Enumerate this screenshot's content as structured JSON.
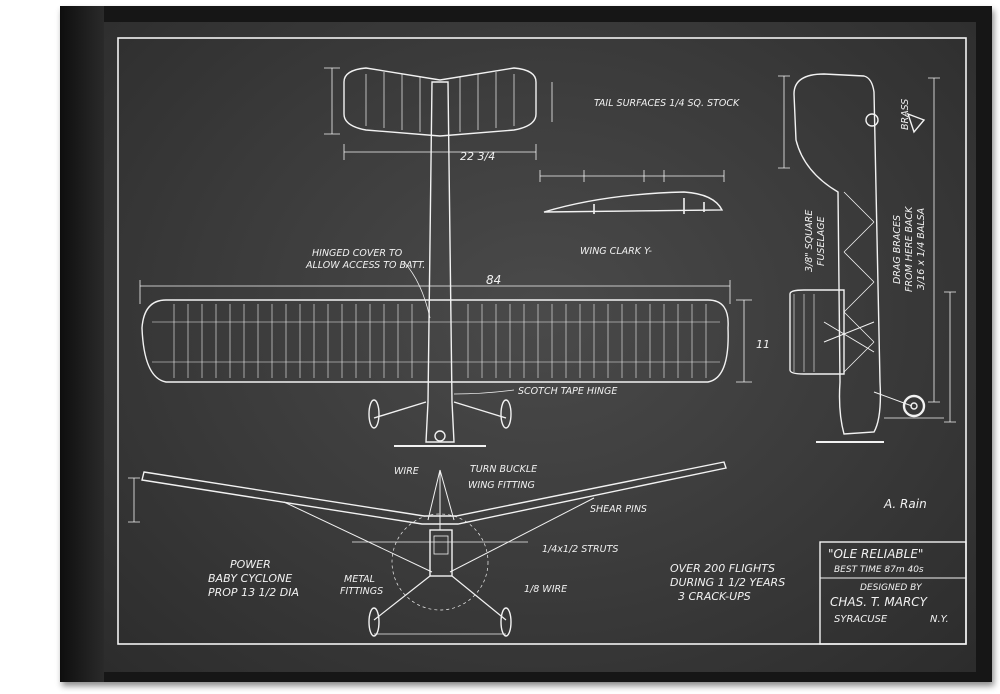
{
  "blueprint": {
    "tail_note": "TAIL SURFACES 1/4 SQ. STOCK",
    "wing_section": "WING CLARK Y-",
    "hinged_cover_1": "HINGED COVER TO",
    "hinged_cover_2": "ALLOW ACCESS TO BATT.",
    "scotch_tape": "SCOTCH TAPE HINGE",
    "wingspan": "84",
    "tail_span": "22 3/4",
    "chord": "11",
    "fuselage_note_1": "3/8\" SQUARE",
    "fuselage_note_2": "FUSELAGE",
    "bracing_note_1": "DRAG BRACES",
    "bracing_note_2": "FROM HERE BACK",
    "bracing_note_3": "3/16 x 1/4 BALSA",
    "brass": "BRASS",
    "wire": "WIRE",
    "turn_buckle": "TURN BUCKLE",
    "wing_fitting": "WING FITTING",
    "shear_pins": "SHEAR PINS",
    "struts": "1/4x1/2 STRUTS",
    "metal_fittings_1": "METAL",
    "metal_fittings_2": "FITTINGS",
    "wire_gauge": "1/8 WIRE",
    "power_1": "POWER",
    "power_2": "BABY CYCLONE",
    "power_3": "PROP 13 1/2 DIA",
    "flights_1": "OVER 200 FLIGHTS",
    "flights_2": "DURING 1 1/2 YEARS",
    "flights_3": "3 CRACK-UPS",
    "signature": "A. Rain"
  },
  "title_block": {
    "name": "\"OLE RELIABLE\"",
    "best_time": "BEST TIME 87m 40s",
    "designed_by": "DESIGNED BY",
    "designer": "CHAS. T. MARCY",
    "city": "SYRACUSE",
    "state": "N.Y."
  },
  "colors": {
    "board": "#3a3a3a",
    "ink": "#f2f2f2",
    "frame": "#161616"
  }
}
